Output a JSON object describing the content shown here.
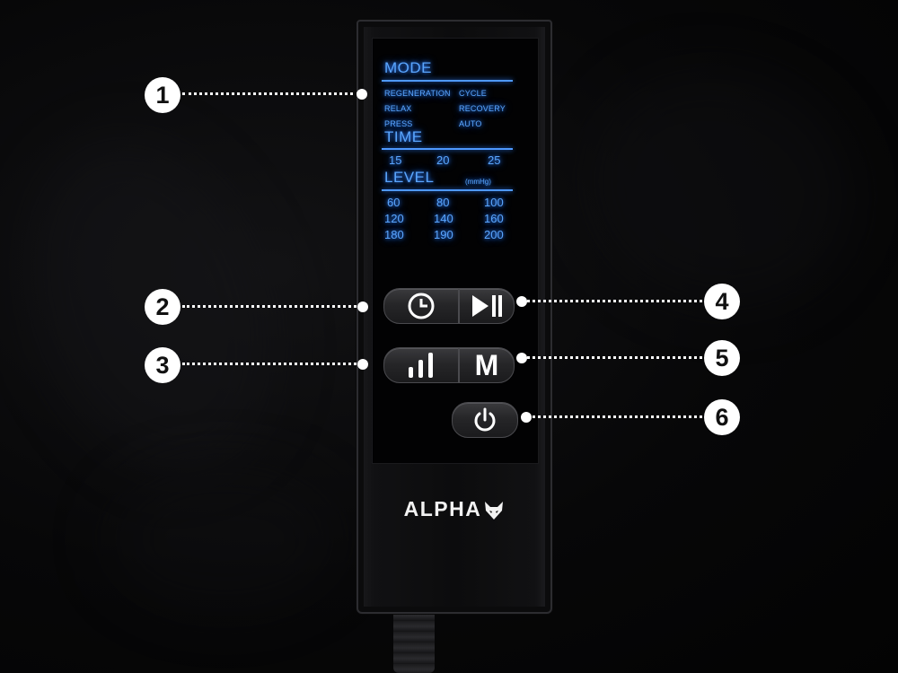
{
  "lcd": {
    "mode_header": "MODE",
    "modes": [
      "REGENERATION",
      "CYCLE",
      "RELAX",
      "RECOVERY",
      "PRESS",
      "AUTO"
    ],
    "time_header": "TIME",
    "times": [
      "15",
      "20",
      "25"
    ],
    "level_header": "LEVEL",
    "level_unit": "(mmHg)",
    "levels": [
      "60",
      "80",
      "100",
      "120",
      "140",
      "160",
      "180",
      "190",
      "200"
    ],
    "glow_color": "#5aa6ff"
  },
  "buttons": {
    "timer": "clock-icon",
    "play_pause": "play-pause-icon",
    "level": "bars-icon",
    "mode_label": "M",
    "power": "power-icon"
  },
  "brand": {
    "name": "ALPHA",
    "emblem": "wolf-icon"
  },
  "callouts": [
    "1",
    "2",
    "3",
    "4",
    "5",
    "6"
  ]
}
